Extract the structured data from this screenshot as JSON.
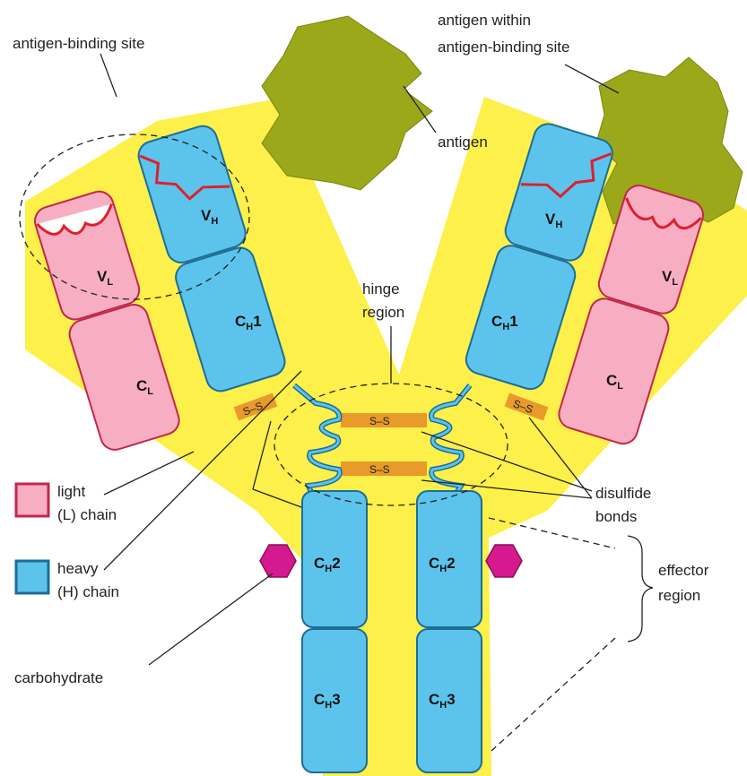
{
  "labels": {
    "antigen_binding_site": "antigen-binding site",
    "antigen_within_line1": "antigen within",
    "antigen_within_line2": "antigen-binding site",
    "antigen": "antigen",
    "hinge_line1": "hinge",
    "hinge_line2": "region",
    "disulfide_line1": "disulfide",
    "disulfide_line2": "bonds",
    "effector_line1": "effector",
    "effector_line2": "region",
    "carbohydrate": "carbohydrate"
  },
  "legend": {
    "light_line1": "light",
    "light_line2": "(L) chain",
    "heavy_line1": "heavy",
    "heavy_line2": "(H) chain"
  },
  "domains": {
    "v": "V",
    "c": "C",
    "sub_l": "L",
    "sub_h": "H",
    "num1": "1",
    "num2": "2",
    "num3": "3"
  },
  "bonds": {
    "ss": "S–S"
  },
  "colors": {
    "background_shape": "#fdf04a",
    "light_chain": "#f7aec3",
    "light_chain_outline": "#c0284a",
    "heavy_chain": "#5cc4ec",
    "heavy_chain_outline": "#1d6d96",
    "antigen": "#9aa81a",
    "binding_site_outline": "#e01e2e",
    "disulfide": "#e89a2a",
    "carbohydrate": "#d41a8e"
  }
}
